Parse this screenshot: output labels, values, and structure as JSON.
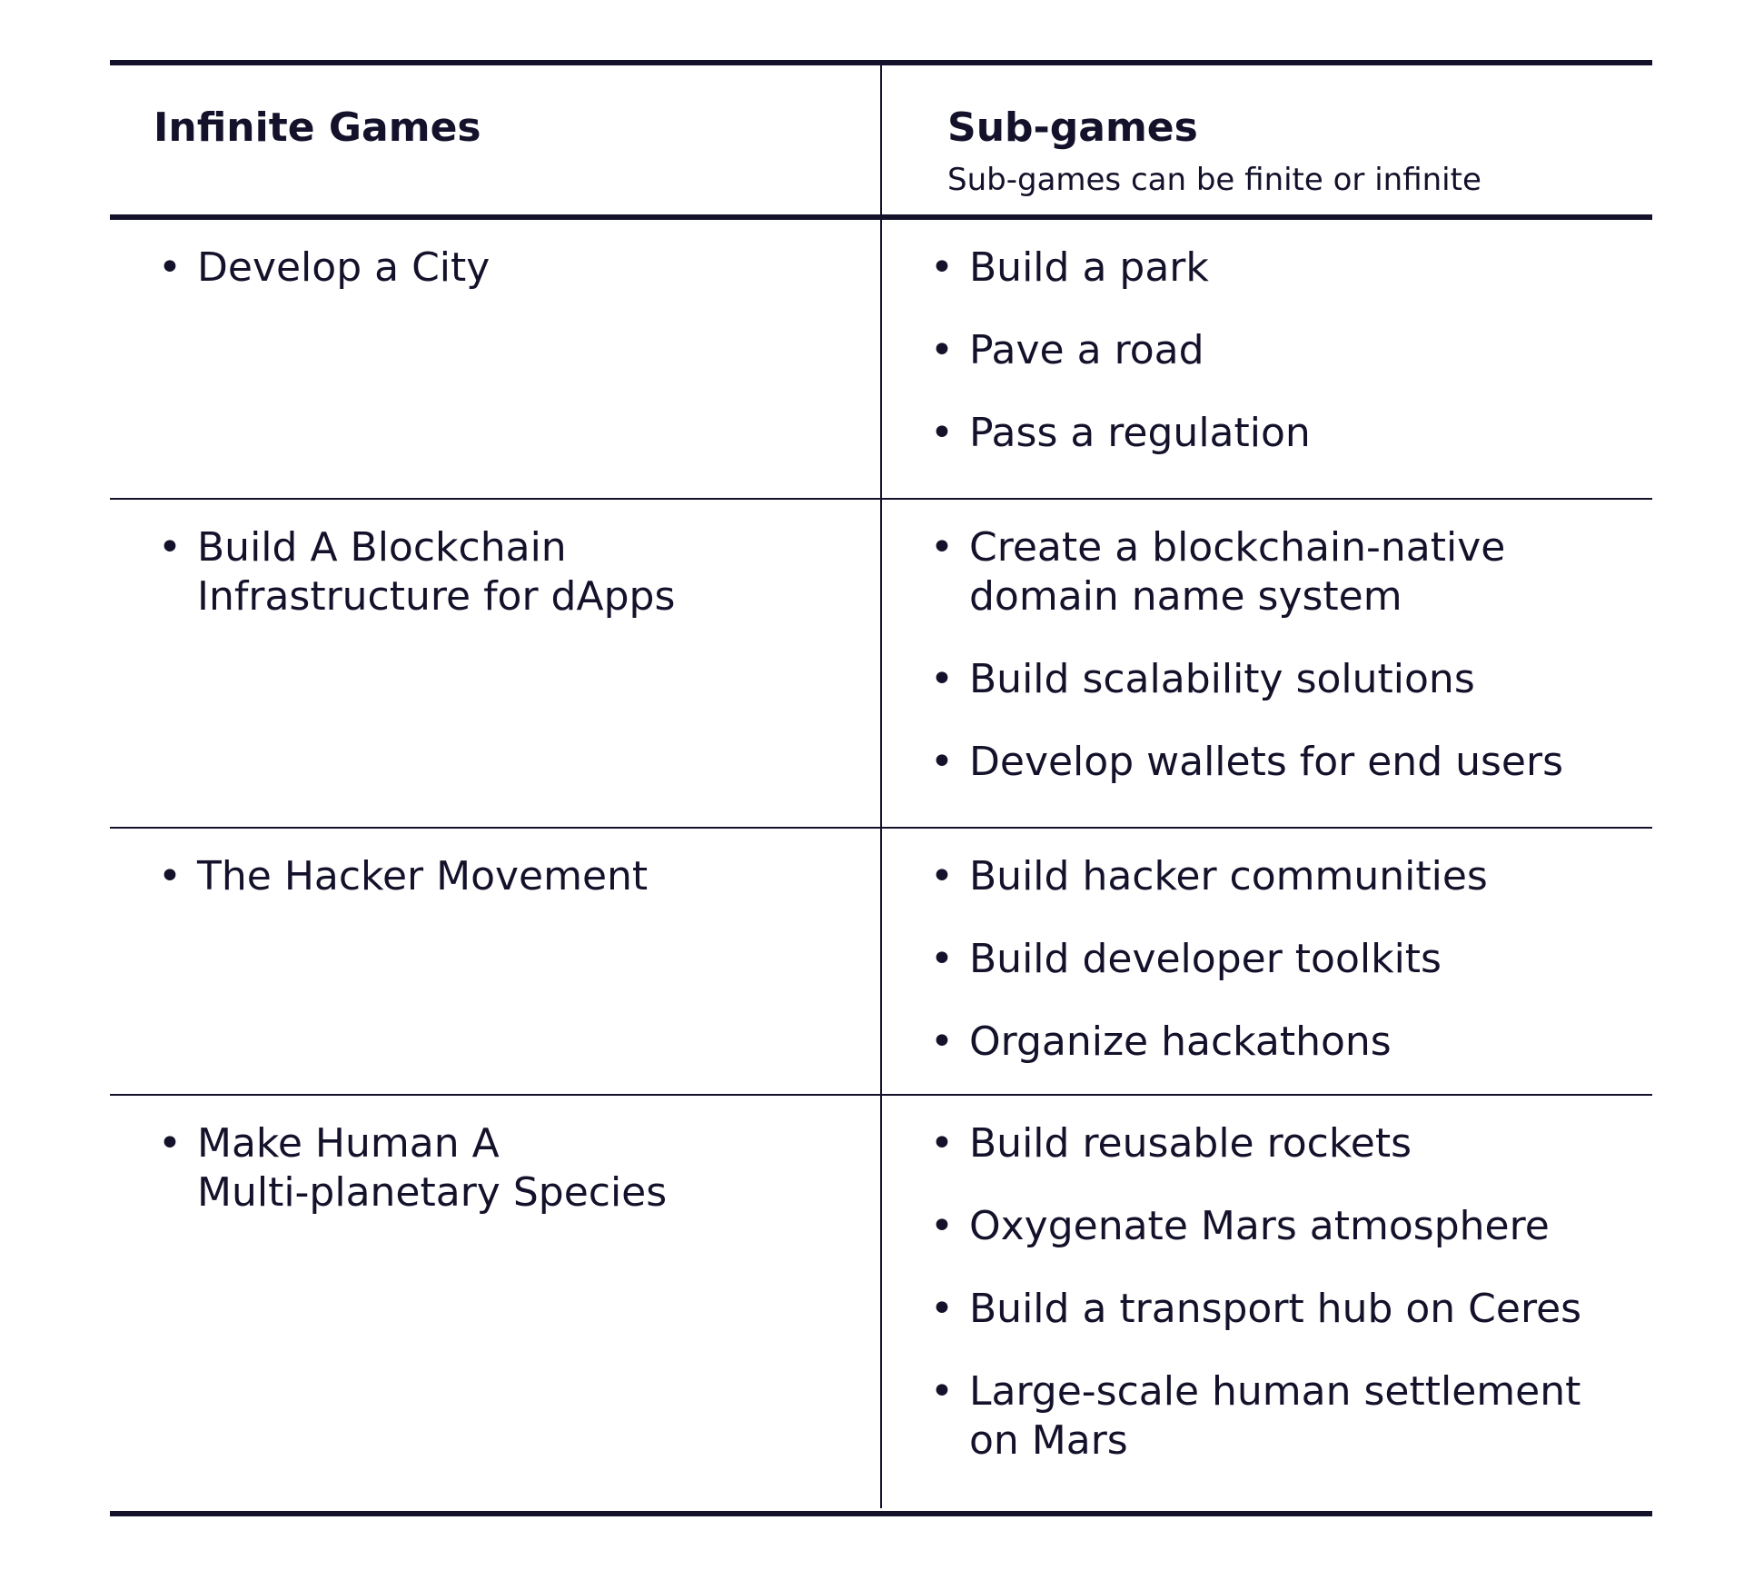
{
  "header": {
    "left_title": "Infinite Games",
    "right_title": "Sub-games",
    "right_subtitle": "Sub-games can be finite or infinite"
  },
  "rows": [
    {
      "infinite_game": "Develop a City",
      "sub_games": [
        "Build a park",
        "Pave a road",
        "Pass a regulation"
      ]
    },
    {
      "infinite_game": "Build A Blockchain\nInfrastructure for dApps",
      "sub_games": [
        "Create a blockchain-native\ndomain name system",
        "Build scalability solutions",
        "Develop wallets for end users"
      ]
    },
    {
      "infinite_game": "The Hacker Movement",
      "sub_games": [
        "Build hacker communities",
        "Build developer toolkits",
        "Organize hackathons"
      ]
    },
    {
      "infinite_game": "Make Human A\nMulti-planetary Species",
      "sub_games": [
        "Build reusable rockets",
        "Oxygenate Mars atmosphere",
        "Build a transport hub on Ceres",
        "Large-scale human settlement\non Mars"
      ]
    }
  ],
  "bullet": "•",
  "colors": {
    "text": "#14122b",
    "rules": "#14122b",
    "background": "#ffffff"
  }
}
